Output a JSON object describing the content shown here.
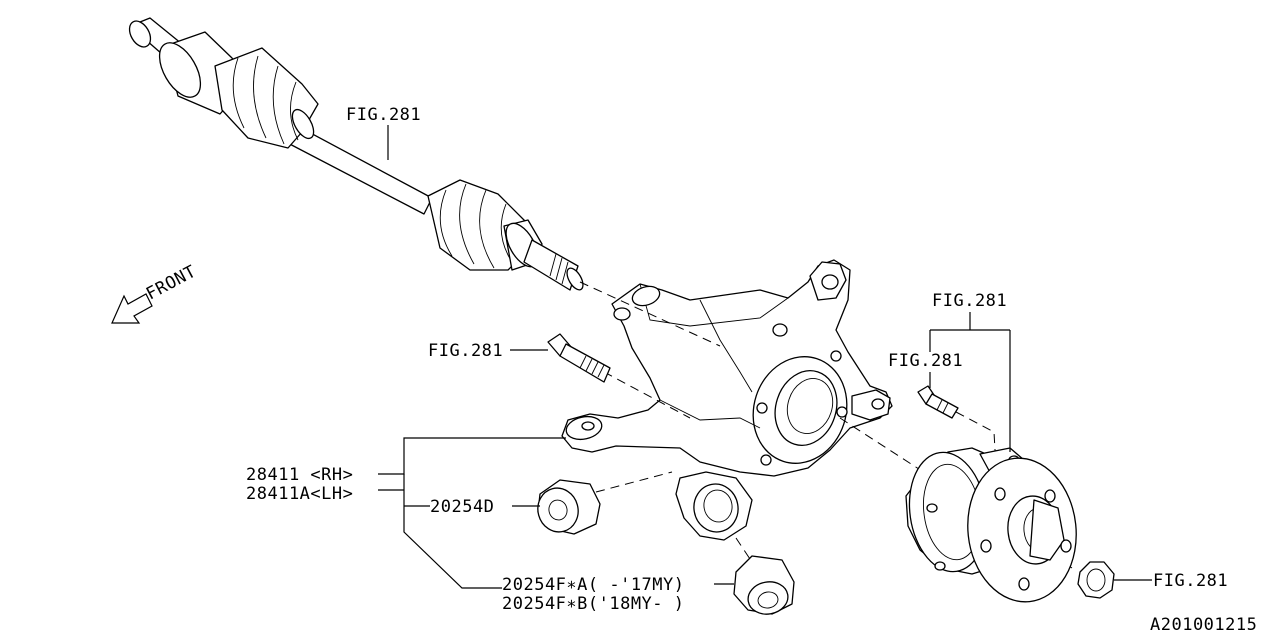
{
  "direction_label": "FRONT",
  "labels": {
    "fig_axle": "FIG.281",
    "fig_bolt": "FIG.281",
    "fig_hub_top": "FIG.281",
    "fig_hub_bolt": "FIG.281",
    "fig_nut": "FIG.281",
    "knuckle_rh": "28411 <RH>",
    "knuckle_lh": "28411A<LH>",
    "bushing_d": "20254D",
    "bushing_f_a": "20254F∗A( -'17MY)",
    "bushing_f_b": "20254F∗B('18MY- )"
  },
  "diagram_id": "A201001215"
}
